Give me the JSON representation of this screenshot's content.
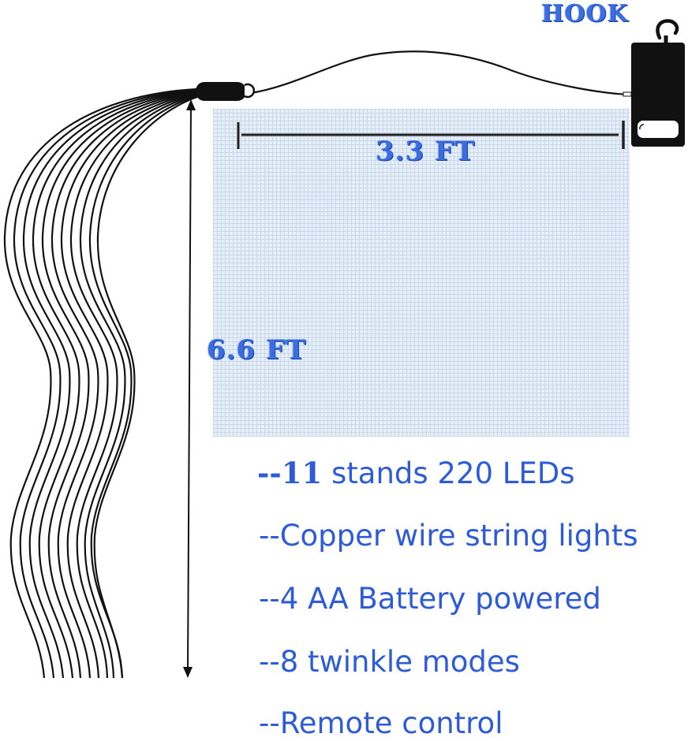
{
  "diagram": {
    "labels": {
      "hook": "HOOK",
      "width": "3.3 FT",
      "height": "6.6 FT"
    },
    "features": [
      {
        "prefix": "--",
        "highlight": "11",
        "text": " stands 220 LEDs"
      },
      {
        "prefix": "",
        "highlight": "",
        "text": "--Copper wire string lights"
      },
      {
        "prefix": "",
        "highlight": "",
        "text": "--4 AA  Battery powered"
      },
      {
        "prefix": "",
        "highlight": "",
        "text": "--8 twinkle modes"
      },
      {
        "prefix": "",
        "highlight": "",
        "text": "--Remote control"
      }
    ],
    "strand_count": 11,
    "colors": {
      "label_blue": "#3a6ee0",
      "feature_blue": "#2e5bd8",
      "grid_fill": "#e6eef8",
      "grid_line": "#c8d7ea",
      "device_black": "#111111"
    }
  }
}
